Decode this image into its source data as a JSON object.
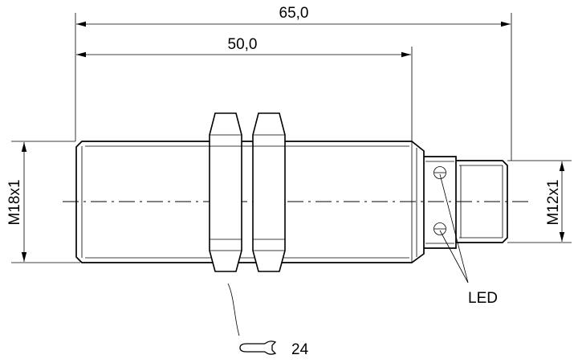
{
  "dimensions": {
    "overall_length": "65,0",
    "body_length": "50,0",
    "main_thread": "M18x1",
    "connector_thread": "M12x1"
  },
  "callouts": {
    "led": "LED",
    "wrench_size": "24"
  },
  "icons": {
    "wrench": "wrench-icon"
  }
}
